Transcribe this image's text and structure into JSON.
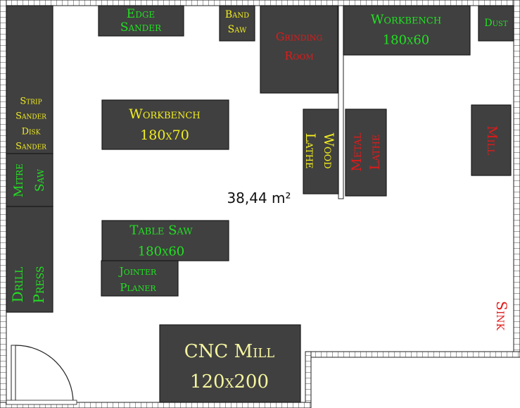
{
  "area_label": "38,44 m²",
  "items": {
    "edge_sander": [
      "Edge",
      "Sander"
    ],
    "band_saw": [
      "Band",
      "Saw"
    ],
    "grinding_room": [
      "Grinding",
      "Room"
    ],
    "workbench_top": [
      "Workbench",
      "180x60"
    ],
    "dust": [
      "Dust"
    ],
    "strip_disk_sander": [
      "Strip",
      "Sander",
      "Disk",
      "Sander"
    ],
    "mitre_saw": [
      "Mitre",
      "Saw"
    ],
    "drill_press": [
      "Drill",
      "Press"
    ],
    "workbench_mid": [
      "Workbench",
      "180x70"
    ],
    "wood_lathe": [
      "Wood",
      "Lathe"
    ],
    "metal_lathe": [
      "Metal",
      "Lathe"
    ],
    "mill": [
      "Mill"
    ],
    "table_saw": [
      "Table Saw",
      "180x60"
    ],
    "jointer_planer": [
      "Jointer",
      "Planer"
    ],
    "cnc_mill": [
      "CNC Mill",
      "120x200"
    ],
    "sink": [
      "Sink"
    ]
  }
}
